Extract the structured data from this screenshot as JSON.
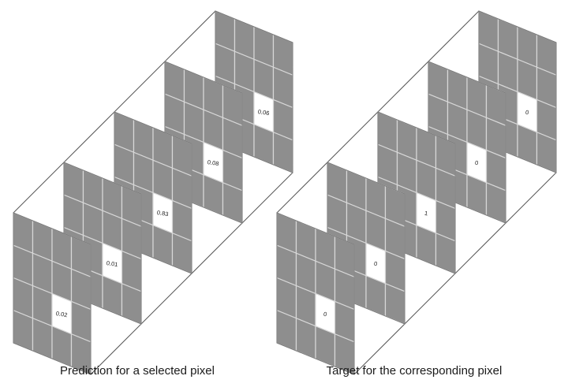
{
  "diagrams": [
    {
      "caption": "Prediction for a selected pixel",
      "panel_values": [
        "0.02",
        "0.01",
        "0.83",
        "0.08",
        "0.06"
      ]
    },
    {
      "caption": "Target for the corresponding pixel",
      "panel_values": [
        "0",
        "0",
        "1",
        "0",
        "0"
      ]
    }
  ],
  "colors": {
    "cell_fill": "#8e8e8e",
    "grid_line": "#d8d8d8",
    "highlight_cell": "#ffffff",
    "frame_line": "#555555",
    "text": "#1a1a1a"
  }
}
